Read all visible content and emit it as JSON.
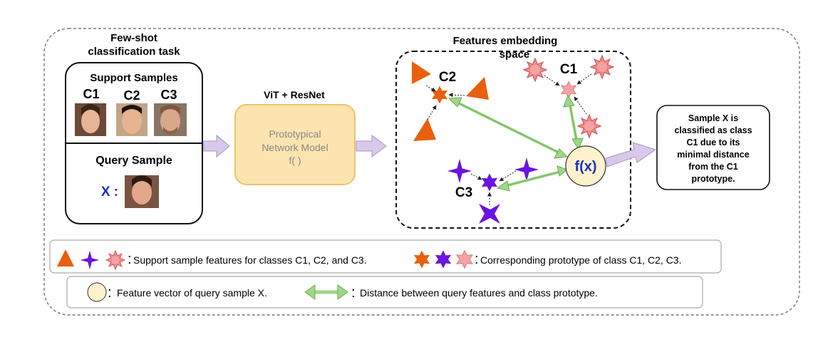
{
  "task": {
    "title_line1": "Few-shot",
    "title_line2": "classification task",
    "support_title": "Support Samples",
    "classes": [
      "C1",
      "C2",
      "C3"
    ],
    "query_title": "Query Sample",
    "query_label": "X :"
  },
  "model": {
    "header": "ViT + ResNet",
    "line1": "Prototypical",
    "line2": "Network Model",
    "line3": "f( )"
  },
  "space": {
    "title_line1": "Features embedding",
    "title_line2": "space",
    "c1_label": "C1",
    "c2_label": "C2",
    "c3_label": "C3",
    "query_point_label": "f(x)"
  },
  "result": {
    "lines": [
      "Sample X is",
      "classified as class",
      "C1 due to its",
      "minimal distance",
      "from the C1",
      "prototype."
    ]
  },
  "legend": {
    "support_text": "Support sample features for classes C1, C2, and C3.",
    "prototype_text": "Corresponding prototype of class C1, C2, C3.",
    "query_text": "Feature vector of query sample X.",
    "distance_text": "Distance between query features and class prototype.",
    "colon": ":"
  },
  "colors": {
    "c2_orange": "#e8600c",
    "c3_purple": "#6a14e0",
    "c1_pink": "#f08a8a",
    "model_fill": "#fbe4b0",
    "model_stroke": "#e8c46a",
    "arrow_lavender": "#d8c9ea",
    "distance_green": "#9fd68a",
    "query_fill": "#fff2cc"
  }
}
